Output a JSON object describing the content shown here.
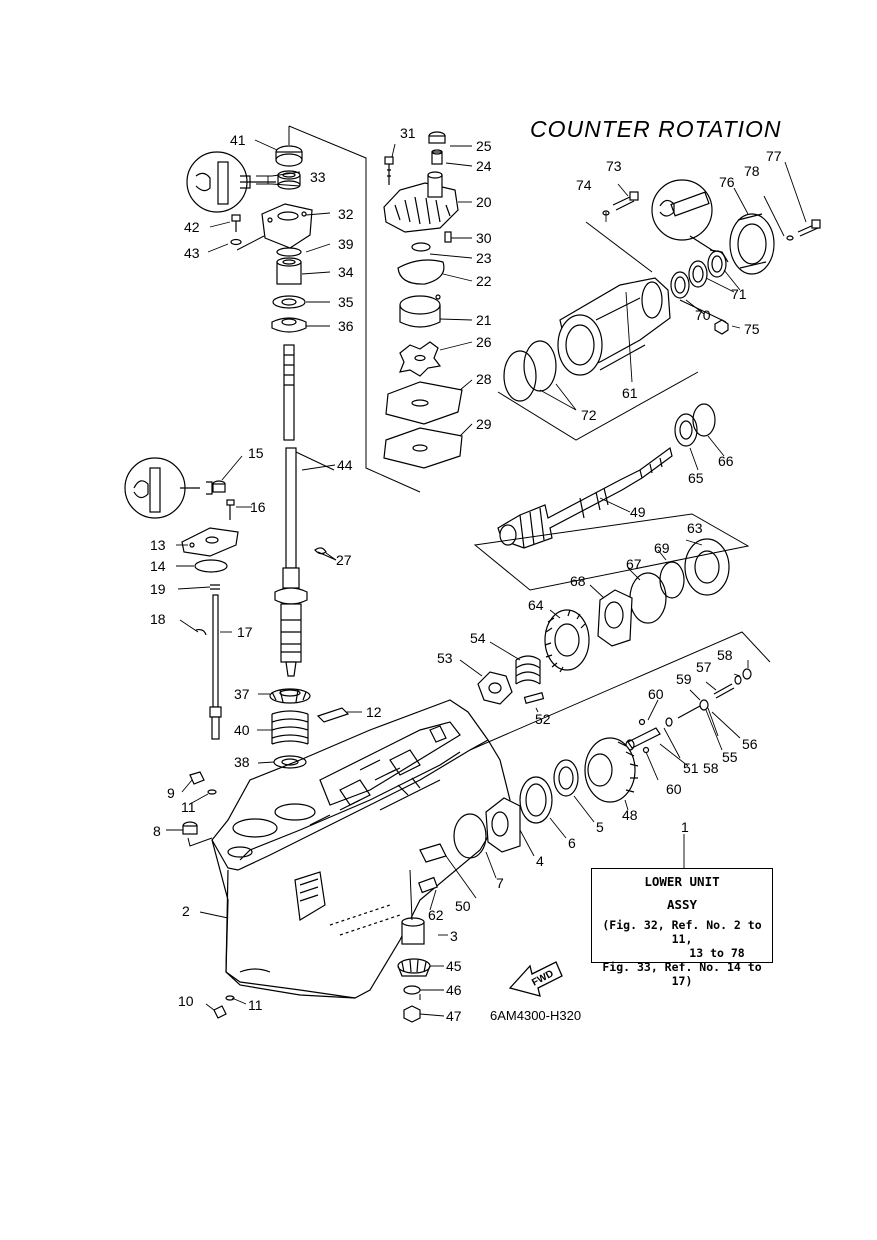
{
  "title": "COUNTER  ROTATION",
  "diagram_code": "6AM4300-H320",
  "assy_box": {
    "line1": "LOWER UNIT",
    "line2": "ASSY",
    "note1": "(Fig. 32, Ref. No. 2 to 11,",
    "note2": "13 to 78",
    "note3": "Fig. 33, Ref. No. 14 to 17)"
  },
  "fwd_label": "FWD",
  "labels": {
    "l1": "1",
    "l2": "2",
    "l3": "3",
    "l4": "4",
    "l5": "5",
    "l6": "6",
    "l7": "7",
    "l8": "8",
    "l9": "9",
    "l10": "10",
    "l11a": "11",
    "l11b": "11",
    "l12": "12",
    "l13": "13",
    "l14": "14",
    "l15": "15",
    "l16": "16",
    "l17": "17",
    "l18": "18",
    "l19": "19",
    "l20": "20",
    "l21": "21",
    "l22": "22",
    "l23": "23",
    "l24": "24",
    "l25": "25",
    "l26": "26",
    "l27": "27",
    "l28": "28",
    "l29": "29",
    "l30": "30",
    "l31": "31",
    "l32": "32",
    "l33": "33",
    "l34": "34",
    "l35": "35",
    "l36": "36",
    "l37": "37",
    "l38": "38",
    "l39": "39",
    "l40": "40",
    "l41": "41",
    "l42": "42",
    "l43": "43",
    "l44": "44",
    "l45": "45",
    "l46": "46",
    "l47": "47",
    "l48": "48",
    "l49": "49",
    "l50": "50",
    "l51": "51",
    "l52": "52",
    "l53": "53",
    "l54": "54",
    "l55": "55",
    "l56": "56",
    "l57": "57",
    "l58a": "58",
    "l58b": "58",
    "l59": "59",
    "l60a": "60",
    "l60b": "60",
    "l61": "61",
    "l62": "62",
    "l63": "63",
    "l64": "64",
    "l65": "65",
    "l66": "66",
    "l67": "67",
    "l68": "68",
    "l69": "69",
    "l70": "70",
    "l71": "71",
    "l72": "72",
    "l73": "73",
    "l74": "74",
    "l75": "75",
    "l76": "76",
    "l77": "77",
    "l78": "78"
  }
}
